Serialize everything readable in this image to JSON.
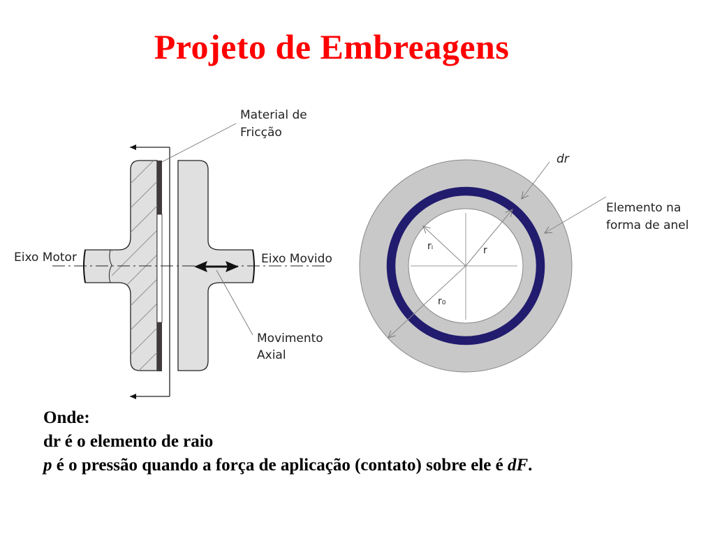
{
  "title": "Projeto de Embreagens",
  "colors": {
    "title": "#ff0000",
    "part_fill": "#e0e0e0",
    "ring_fill": "#c8c8c8",
    "annulus_element": "#211c6e",
    "friction_material": "#403a3a"
  },
  "clutch_diagram": {
    "labels": {
      "friction_material_line1": "Material de",
      "friction_material_line2": "Fricção",
      "drive_shaft": "Eixo Motor",
      "driven_shaft": "Eixo Movido",
      "axial_motion_line1": "Movimento",
      "axial_motion_line2": "Axial"
    }
  },
  "ring_diagram": {
    "labels": {
      "dr": "dr",
      "element_line1": "Elemento na",
      "element_line2": "forma de anel",
      "r_inner": "rᵢ",
      "r": "r",
      "r_outer": "r₀"
    }
  },
  "notes": {
    "heading": "Onde:",
    "line1": "dr é o elemento de raio",
    "line2_var": "p",
    "line2_text": " é o pressão quando a força de aplicação (contato) sobre ele é ",
    "line2_end_var": "dF",
    "line2_end": "."
  }
}
